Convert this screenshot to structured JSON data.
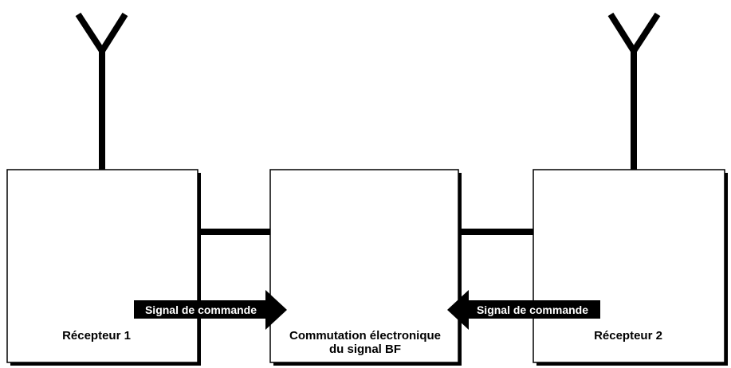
{
  "diagram": {
    "receiver_1": {
      "label": "Récepteur 1"
    },
    "receiver_2": {
      "label": "Récepteur 2"
    },
    "switch": {
      "line1": "Commutation électronique",
      "line2": "du signal BF"
    },
    "control_signal_left": {
      "label": "Signal de commande"
    },
    "control_signal_right": {
      "label": "Signal de commande"
    },
    "colors": {
      "ink": "#000000",
      "box_fill": "#ffffff",
      "arrow_text": "#ffffff",
      "shadow": "#000000"
    }
  }
}
